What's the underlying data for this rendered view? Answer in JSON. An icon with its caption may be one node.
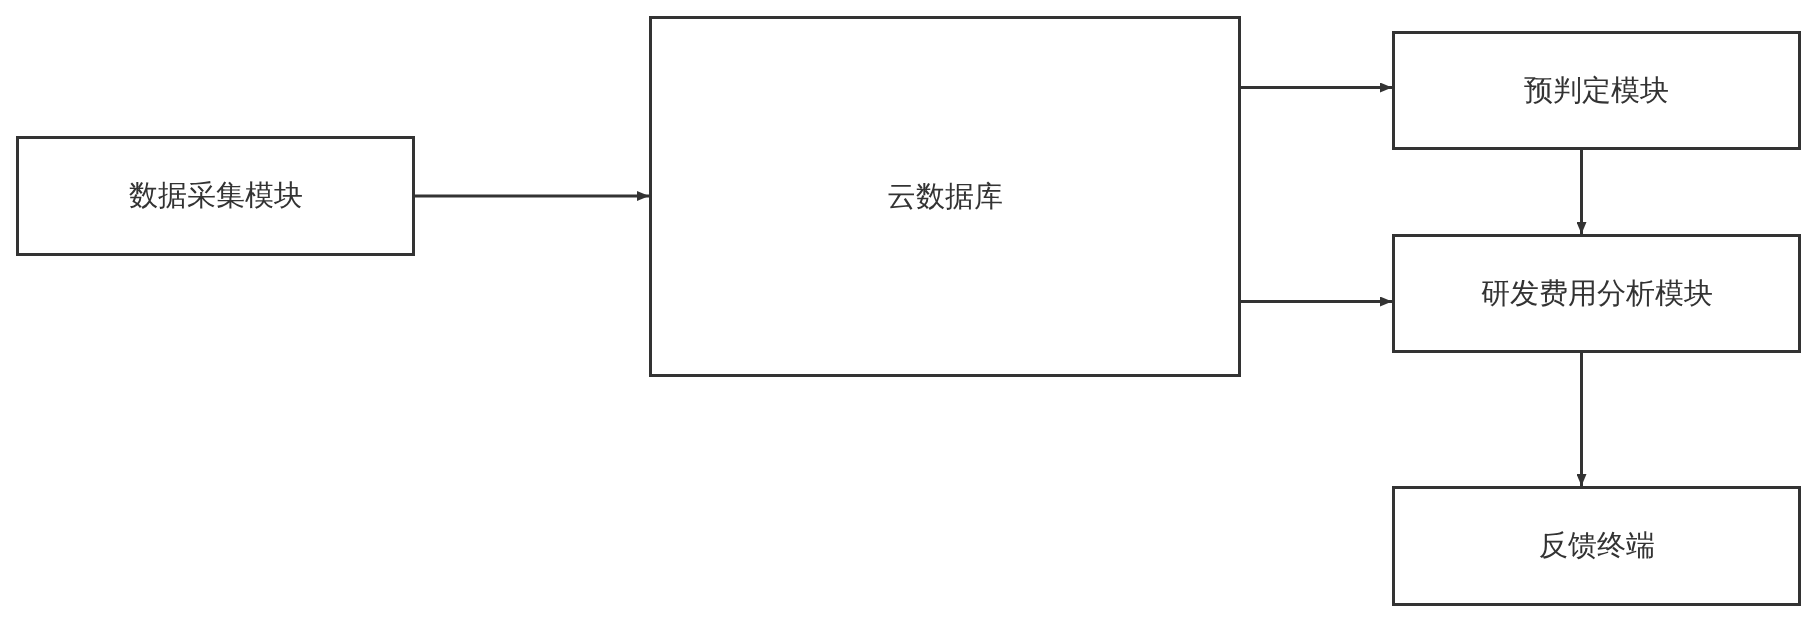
{
  "diagram": {
    "nodes": [
      {
        "text": [
          "数据采集模块"
        ]
      },
      {
        "text": [
          "云数据库"
        ]
      },
      {
        "text": [
          "预判定模块"
        ]
      },
      {
        "text": [
          "研发费用分析模块"
        ]
      },
      {
        "text": [
          "反馈终端"
        ]
      }
    ],
    "edges": [
      {
        "from": 0,
        "to": 1,
        "arrow": "to"
      },
      {
        "from": 1,
        "to": 2,
        "arrow": "to"
      },
      {
        "from": 1,
        "to": 3,
        "arrow": "to"
      },
      {
        "from": 2,
        "to": 3,
        "arrow": "to"
      },
      {
        "from": 3,
        "to": 4,
        "arrow": "to"
      }
    ]
  }
}
